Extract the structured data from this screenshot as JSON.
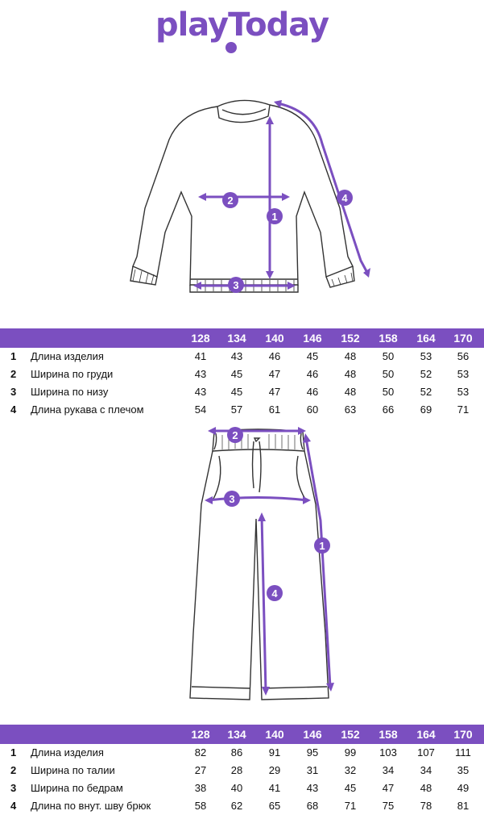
{
  "brand": {
    "logo_text": "playToday",
    "accent": "#7b4fc0"
  },
  "size_headers": [
    "128",
    "134",
    "140",
    "146",
    "152",
    "158",
    "164",
    "170"
  ],
  "sweatshirt": {
    "markers": [
      "1",
      "2",
      "3",
      "4"
    ],
    "rows": [
      {
        "num": "1",
        "label": "Длина изделия",
        "values": [
          "41",
          "43",
          "46",
          "45",
          "48",
          "50",
          "53",
          "56"
        ]
      },
      {
        "num": "2",
        "label": "Ширина по груди",
        "values": [
          "43",
          "45",
          "47",
          "46",
          "48",
          "50",
          "52",
          "53"
        ]
      },
      {
        "num": "3",
        "label": "Ширина по низу",
        "values": [
          "43",
          "45",
          "47",
          "46",
          "48",
          "50",
          "52",
          "53"
        ]
      },
      {
        "num": "4",
        "label": "Длина рукава с плечом",
        "values": [
          "54",
          "57",
          "61",
          "60",
          "63",
          "66",
          "69",
          "71"
        ]
      }
    ]
  },
  "pants": {
    "markers": [
      "1",
      "2",
      "3",
      "4"
    ],
    "rows": [
      {
        "num": "1",
        "label": "Длина изделия",
        "values": [
          "82",
          "86",
          "91",
          "95",
          "99",
          "103",
          "107",
          "111"
        ]
      },
      {
        "num": "2",
        "label": "Ширина по талии",
        "values": [
          "27",
          "28",
          "29",
          "31",
          "32",
          "34",
          "34",
          "35"
        ]
      },
      {
        "num": "3",
        "label": "Ширина по бедрам",
        "values": [
          "38",
          "40",
          "41",
          "43",
          "45",
          "47",
          "48",
          "49"
        ]
      },
      {
        "num": "4",
        "label": "Длина по внут. шву брюк",
        "values": [
          "58",
          "62",
          "65",
          "68",
          "71",
          "75",
          "78",
          "81"
        ]
      }
    ]
  }
}
